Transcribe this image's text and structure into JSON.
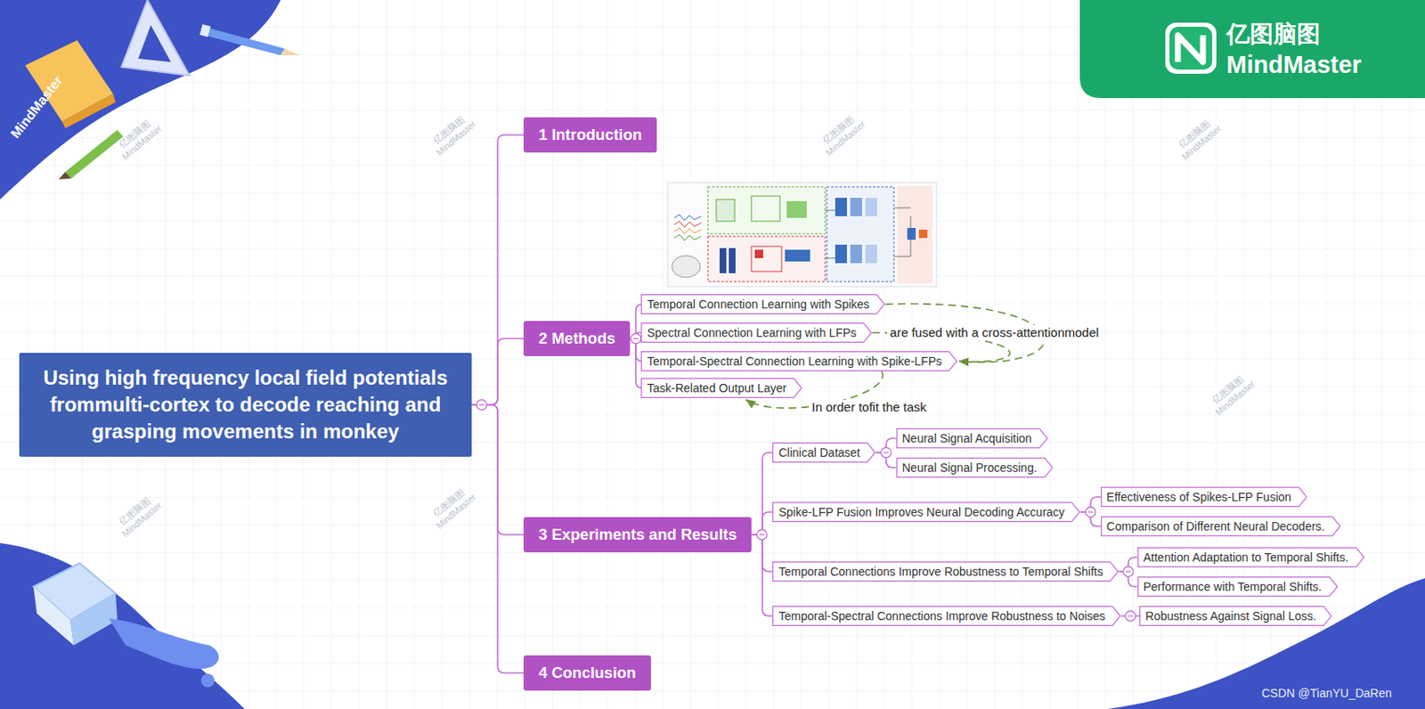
{
  "diagram": {
    "nodes": [
      {
        "text": [
          "Using high frequency local field potentials frommulti-cortex to decode reaching and grasping movements in monkey"
        ]
      },
      {
        "text": [
          "1 Introduction"
        ]
      },
      {
        "text": [
          "2 Methods"
        ]
      },
      {
        "text": [
          "Temporal Connection Learning with Spikes"
        ]
      },
      {
        "text": [
          "Spectral Connection Learning with LFPs"
        ]
      },
      {
        "text": [
          "Temporal-Spectral Connection Learning with Spike-LFPs"
        ]
      },
      {
        "text": [
          "Task-Related Output Layer"
        ]
      },
      {
        "text": [
          "3 Experiments and Results"
        ]
      },
      {
        "text": [
          "Clinical Dataset"
        ]
      },
      {
        "text": [
          "Neural Signal Acquisition"
        ]
      },
      {
        "text": [
          "Neural Signal Processing."
        ]
      },
      {
        "text": [
          "Spike-LFP Fusion Improves Neural Decoding Accuracy"
        ]
      },
      {
        "text": [
          "Effectiveness of Spikes-LFP Fusion"
        ]
      },
      {
        "text": [
          "Comparison of Different Neural Decoders."
        ]
      },
      {
        "text": [
          "Temporal Connections Improve Robustness to Temporal Shifts"
        ]
      },
      {
        "text": [
          "Attention Adaptation to Temporal Shifts."
        ]
      },
      {
        "text": [
          "Performance with Temporal Shifts."
        ]
      },
      {
        "text": [
          "Temporal-Spectral Connections Improve Robustness to Noises"
        ]
      },
      {
        "text": [
          "Robustness Against Signal Loss."
        ]
      },
      {
        "text": [
          "4 Conclusion"
        ]
      }
    ],
    "edges": [
      {
        "from": 0,
        "to": 1,
        "arrow": "none"
      },
      {
        "from": 0,
        "to": 2,
        "arrow": "none"
      },
      {
        "from": 2,
        "to": 3,
        "arrow": "none"
      },
      {
        "from": 2,
        "to": 4,
        "arrow": "none"
      },
      {
        "from": 2,
        "to": 5,
        "arrow": "none"
      },
      {
        "from": 2,
        "to": 6,
        "arrow": "none"
      },
      {
        "from": 0,
        "to": 7,
        "arrow": "none"
      },
      {
        "from": 7,
        "to": 8,
        "arrow": "none"
      },
      {
        "from": 8,
        "to": 9,
        "arrow": "none"
      },
      {
        "from": 8,
        "to": 10,
        "arrow": "none"
      },
      {
        "from": 7,
        "to": 11,
        "arrow": "none"
      },
      {
        "from": 11,
        "to": 12,
        "arrow": "none"
      },
      {
        "from": 11,
        "to": 13,
        "arrow": "none"
      },
      {
        "from": 7,
        "to": 14,
        "arrow": "none"
      },
      {
        "from": 14,
        "to": 15,
        "arrow": "none"
      },
      {
        "from": 14,
        "to": 16,
        "arrow": "none"
      },
      {
        "from": 7,
        "to": 17,
        "arrow": "none"
      },
      {
        "from": 17,
        "to": 18,
        "arrow": "none"
      },
      {
        "from": 0,
        "to": 19,
        "arrow": "none"
      },
      {
        "from": 3,
        "to": 5,
        "arrow": "to",
        "label": "are fused with a cross-attentionmodel"
      },
      {
        "from": 4,
        "to": 5,
        "arrow": "to"
      },
      {
        "from": 5,
        "to": 6,
        "arrow": "to",
        "label": "In order tofit the task"
      }
    ],
    "labels": [
      "亿图脑图",
      "MindMaster",
      "MindMaster",
      "CSDN @TianYU_DaRen",
      "亿图脑图 MindMaster",
      "亿图脑图 MindMaster",
      "亿图脑图 MindMaster",
      "亿图脑图 MindMaster",
      "亿图脑图 MindMaster",
      "亿图脑图 MindMaster",
      "亿图脑图 MindMaster"
    ]
  }
}
